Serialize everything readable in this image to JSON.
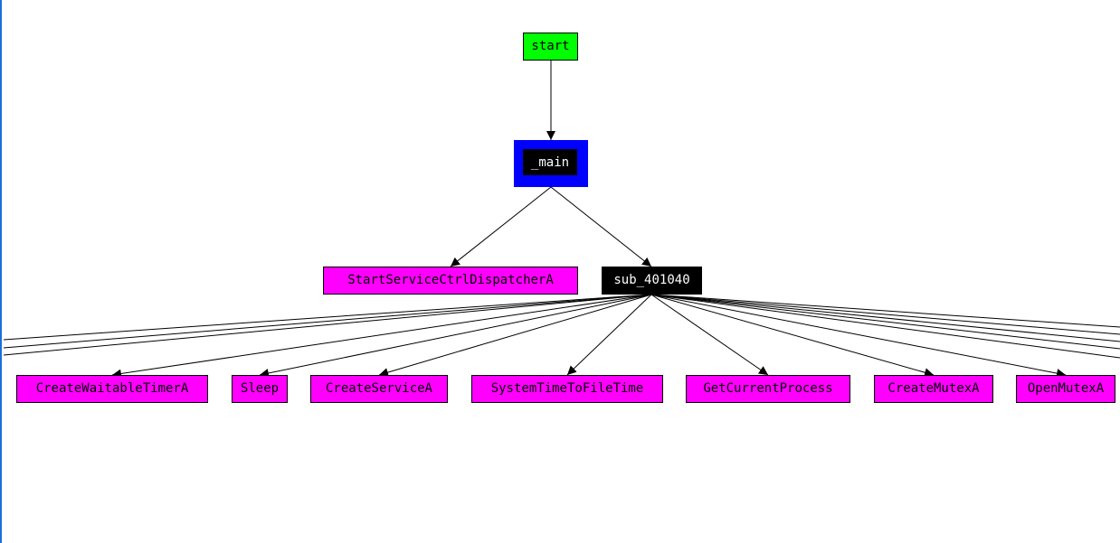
{
  "graph": {
    "nodes": {
      "start": "start",
      "main": "_main",
      "startservice": "StartServiceCtrlDispatcherA",
      "sub": "sub_401040",
      "createwaitabletimer": "CreateWaitableTimerA",
      "sleep": "Sleep",
      "createservice": "CreateServiceA",
      "systemtime": "SystemTimeToFileTime",
      "getcurrentprocess": "GetCurrentProcess",
      "createmutex": "CreateMutexA",
      "openmutex": "OpenMutexA"
    },
    "edges": [
      [
        "start",
        "main"
      ],
      [
        "main",
        "startservice"
      ],
      [
        "main",
        "sub"
      ],
      [
        "sub",
        "createwaitabletimer"
      ],
      [
        "sub",
        "sleep"
      ],
      [
        "sub",
        "createservice"
      ],
      [
        "sub",
        "systemtime"
      ],
      [
        "sub",
        "getcurrentprocess"
      ],
      [
        "sub",
        "createmutex"
      ],
      [
        "sub",
        "openmutex"
      ]
    ],
    "colors": {
      "entry": "#00ff00",
      "selected_frame": "#0000ff",
      "function": "#000000",
      "import": "#ff00ff",
      "edge": "#000000"
    }
  }
}
